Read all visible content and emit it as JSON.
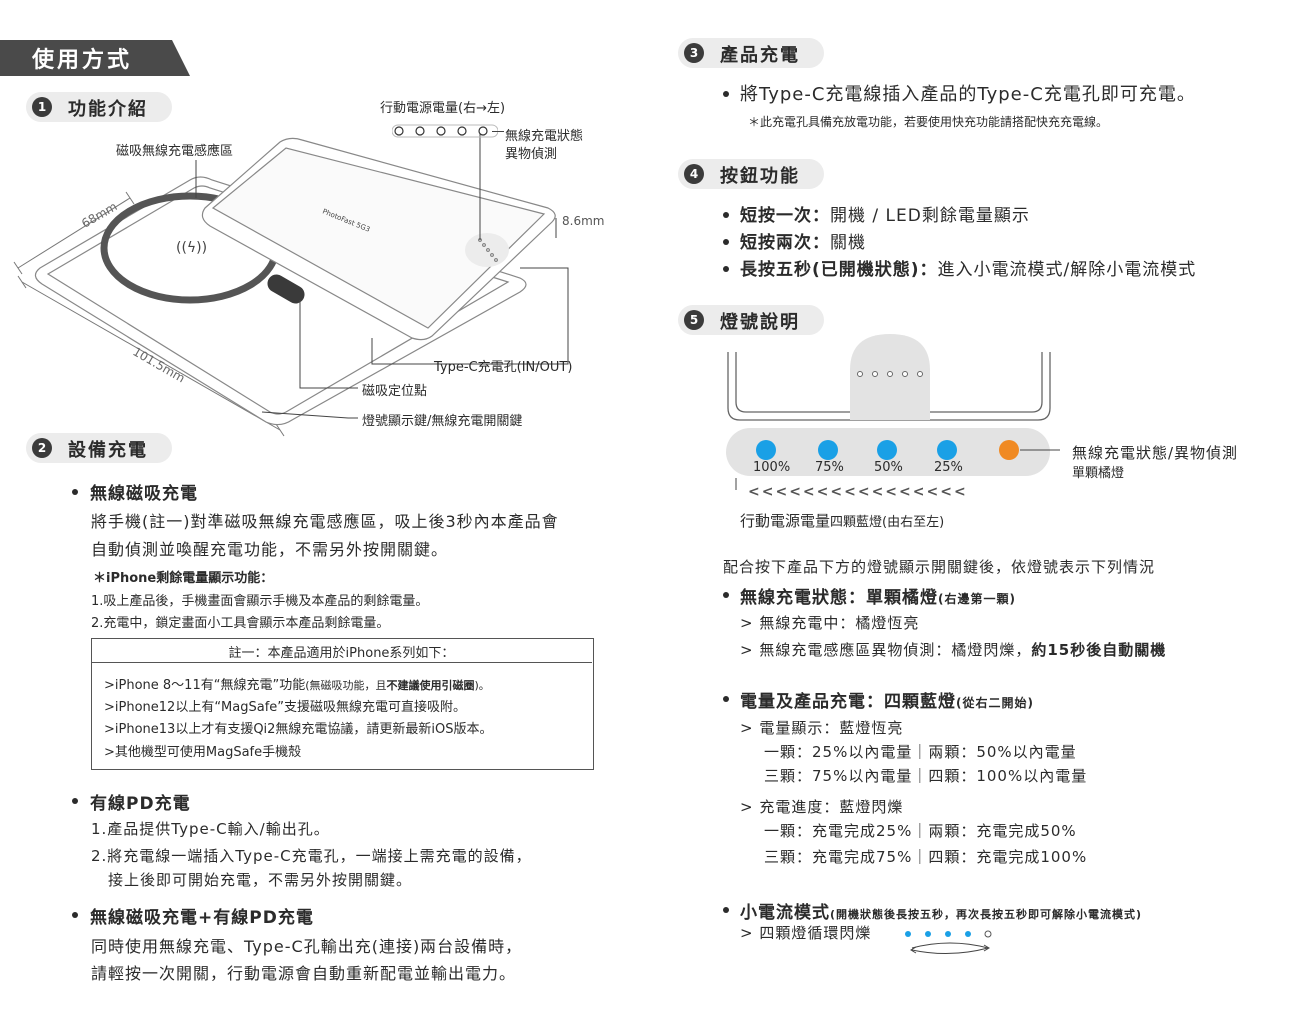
{
  "header": {
    "title": "使用方式"
  },
  "s1": {
    "num": "1",
    "title": "功能介紹",
    "labels": {
      "power_level": "行動電源電量(右→左)",
      "wireless_status": "無線充電狀態",
      "foreign_object": "異物偵測",
      "wireless_area": "磁吸無線充電感應區",
      "thickness": "8.6mm",
      "width": "68mm",
      "length": "101.5mm",
      "typec": "Type-C充電孔(IN/OUT)",
      "magnet_point": "磁吸定位點",
      "led_button": "燈號顯示鍵/無線充電開關鍵",
      "brand": "PhotoFast 5G3"
    }
  },
  "s2": {
    "num": "2",
    "title": "設備充電",
    "wireless": {
      "title": "無線磁吸充電",
      "p1": "將手機(註一)對準磁吸無線充電感應區，吸上後3秒內本產品會",
      "p2": "自動偵測並喚醒充電功能，不需另外按開關鍵。",
      "sub_title": "＊iPhone剩餘電量顯示功能：",
      "sub1": "1.吸上產品後，手機畫面會顯示手機及本產品的剩餘電量。",
      "sub2": "2.充電中，鎖定畫面小工具會顯示本產品剩餘電量。"
    },
    "note": {
      "head": "註一：本產品適用於iPhone系列如下：",
      "l1a": ">iPhone 8～11有“無線充電”功能",
      "l1b": "(無磁吸功能，且",
      "l1c": "不建議使用引磁圈",
      "l1d": ")。",
      "l2": ">iPhone12以上有“MagSafe”支援磁吸無線充電可直接吸附。",
      "l3": ">iPhone13以上才有支援Qi2無線充電協議，請更新最新iOS版本。",
      "l4": ">其他機型可使用MagSafe手機殼"
    },
    "wired": {
      "title": "有線PD充電",
      "l1": "1.產品提供Type-C輸入/輸出孔。",
      "l2": "2.將充電線一端插入Type-C充電孔，一端接上需充電的設備，",
      "l3": "接上後即可開始充電，不需另外按開關鍵。"
    },
    "both": {
      "title": "無線磁吸充電+有線PD充電",
      "l1": "同時使用無線充電、Type-C孔輸出充(連接)兩台設備時，",
      "l2": "請輕按一次開關，行動電源會自動重新配電並輸出電力。"
    }
  },
  "s3": {
    "num": "3",
    "title": "產品充電",
    "l1": "將Type-C充電線插入產品的Type-C充電孔即可充電。",
    "note": "＊此充電孔具備充放電功能，若要使用快充功能請搭配快充充電線。"
  },
  "s4": {
    "num": "4",
    "title": "按鈕功能",
    "i1b": "短按一次：",
    "i1": "開機 / LED剩餘電量顯示",
    "i2b": "短按兩次：",
    "i2": "關機",
    "i3b": "長按五秒(已開機狀態)：",
    "i3": "進入小電流模式/解除小電流模式"
  },
  "s5": {
    "num": "5",
    "title": "燈號說明",
    "pct": [
      "100%",
      "75%",
      "50%",
      "25%"
    ],
    "chevrons": "<<<<<<<<<<<<<<<<",
    "right_label1": "無線充電狀態/異物偵測",
    "right_label2": "單顆橘燈",
    "bottom_label_a": "行動電源電量",
    "bottom_label_b": "四顆藍燈(由右至左)",
    "intro": "配合按下產品下方的燈號顯示開關鍵後，依燈號表示下列情況",
    "a_title": "無線充電狀態：單顆橘燈",
    "a_title_sub": "(右邊第一顆)",
    "a1": "> 無線充電中：橘燈恆亮",
    "a2a": "> 無線充電感應區異物偵測：橘燈閃爍，",
    "a2b": "約15秒後自動關機",
    "b_title": "電量及產品充電：四顆藍燈",
    "b_title_sub": "(從右二開始)",
    "b1": "> 電量顯示：藍燈恆亮",
    "b2": "一顆：25%以內電量｜兩顆：50%以內電量",
    "b3": "三顆：75%以內電量｜四顆：100%以內電量",
    "b4": "> 充電進度：藍燈閃爍",
    "b5": "一顆：充電完成25%｜兩顆：充電完成50%",
    "b6": "三顆：充電完成75%｜四顆：充電完成100%",
    "c_title": "小電流模式",
    "c_title_sub": "(開機狀態後長按五秒，再次長按五秒即可解除小電流模式)",
    "c1": "> 四顆燈循環閃爍"
  },
  "colors": {
    "blue": "#1aa0e6",
    "orange": "#f08a23",
    "dark": "#3b3b3b",
    "pill": "#ececec"
  }
}
